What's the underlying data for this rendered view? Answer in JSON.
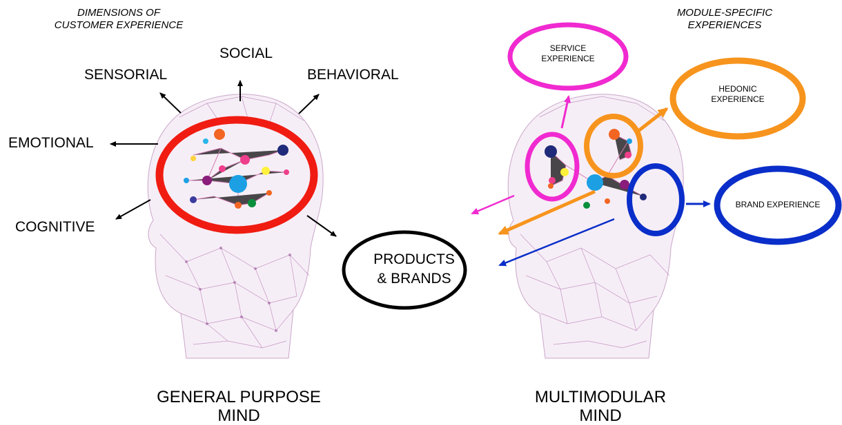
{
  "left_panel": {
    "header_line1": "DIMENSIONS OF",
    "header_line2": "CUSTOMER EXPERIENCE",
    "dimensions": {
      "social": "SOCIAL",
      "sensorial": "SENSORIAL",
      "behavioral": "BEHAVIORAL",
      "emotional": "EMOTIONAL",
      "cognitive": "COGNITIVE"
    },
    "caption_line1": "GENERAL PURPOSE",
    "caption_line2": "MIND",
    "highlight_color": "#f01c12"
  },
  "center": {
    "products_line1": "PRODUCTS",
    "products_line2": "& BRANDS"
  },
  "right_panel": {
    "header_line1": "MODULE-SPECIFIC",
    "header_line2": "EXPERIENCES",
    "modules": {
      "service_line1": "SERVICE",
      "service_line2": "EXPERIENCE",
      "hedonic_line1": "HEDONIC",
      "hedonic_line2": "EXPERIENCE",
      "brand": "BRAND EXPERIENCE"
    },
    "caption_line1": "MULTIMODULAR",
    "caption_line2": "MIND",
    "colors": {
      "service": "#f02ad0",
      "hedonic": "#f7941d",
      "brand": "#0a2ec9"
    }
  },
  "icons": [
    "head-network-icon"
  ]
}
